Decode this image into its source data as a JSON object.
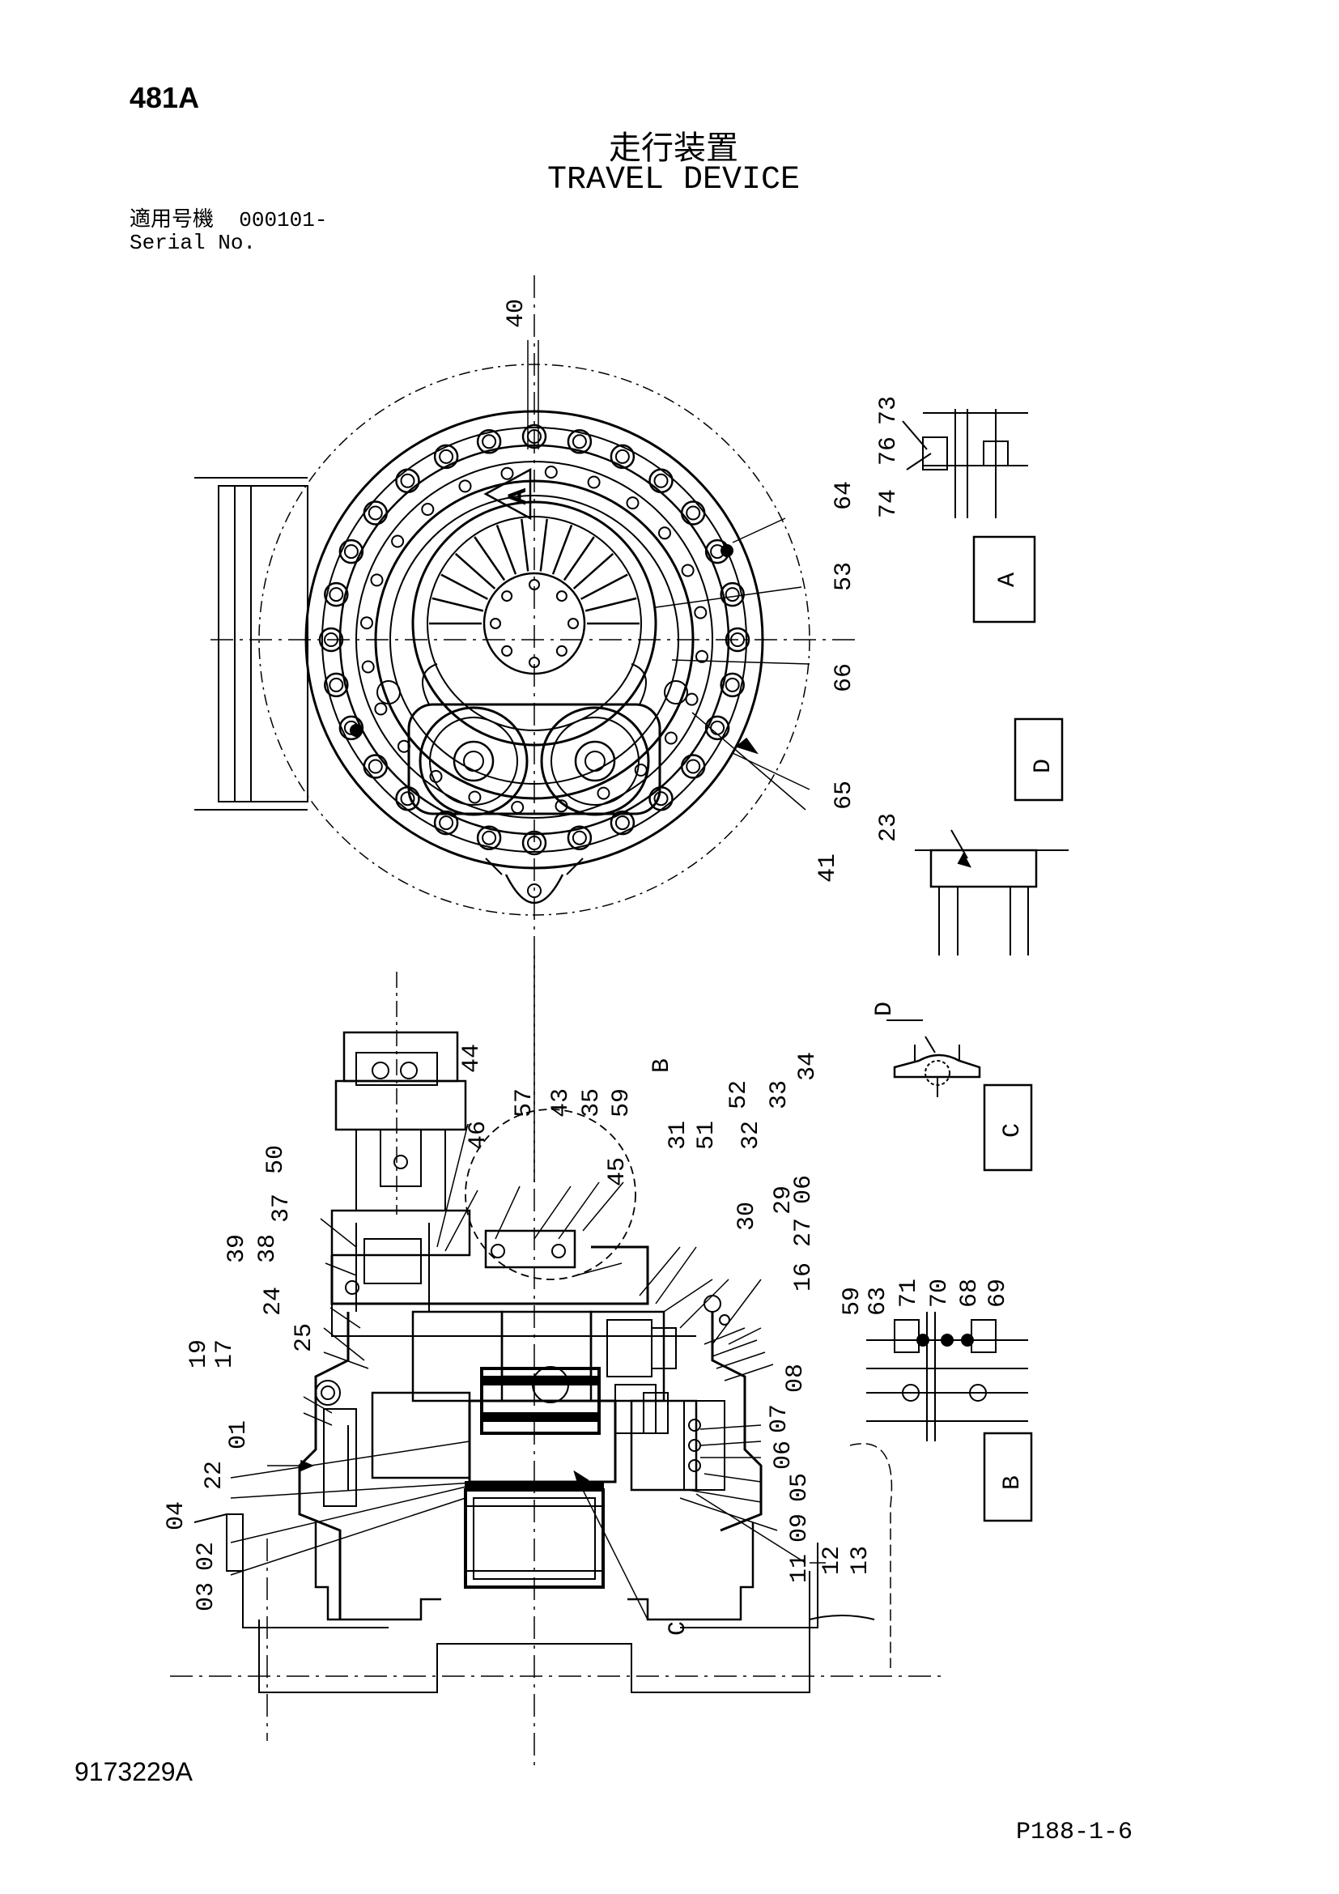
{
  "header": {
    "page_code": "481A",
    "title_jp": "走行装置",
    "title_en": "TRAVEL DEVICE",
    "serial_label_jp": "適用号機",
    "serial_value": "000101-",
    "serial_label_en": "Serial No."
  },
  "footer": {
    "doc_number": "9173229A",
    "page_ref": "P188-1-6"
  },
  "callouts": {
    "top_view": [
      "40",
      "64",
      "53",
      "66",
      "65",
      "41"
    ],
    "view_labels": [
      "A",
      "D",
      "C",
      "B"
    ],
    "detail_a": [
      "74",
      "76",
      "73"
    ],
    "detail_d": [
      "23"
    ],
    "section_markers": [
      "D",
      "B",
      "C"
    ],
    "section": [
      "44",
      "46",
      "57",
      "43",
      "35",
      "59",
      "45",
      "31",
      "51",
      "52",
      "32",
      "33",
      "34",
      "50",
      "37",
      "39",
      "38",
      "24",
      "25",
      "19",
      "17",
      "01",
      "22",
      "04",
      "02",
      "03",
      "30",
      "29",
      "27",
      "06",
      "16",
      "08",
      "07",
      "06",
      "05",
      "09",
      "11",
      "12",
      "13"
    ],
    "detail_b": [
      "59",
      "63",
      "71",
      "70",
      "68",
      "69"
    ]
  }
}
